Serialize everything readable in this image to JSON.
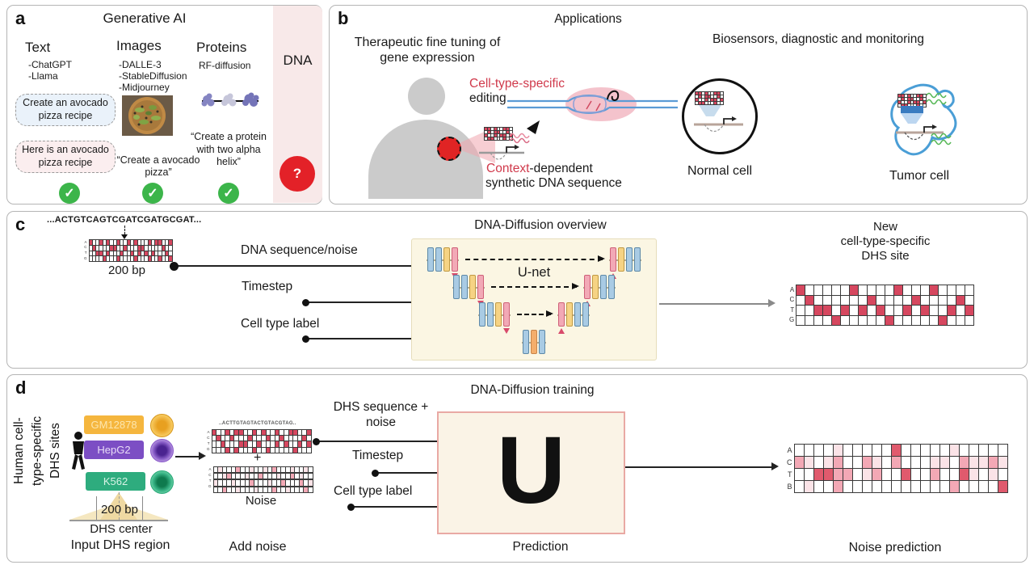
{
  "colors": {
    "panel_border": "#b5b5b5",
    "red_accent": "#d0394b",
    "grid_red": "#d6475f",
    "dna_bg": "#f8e9e9",
    "question_red": "#e32128",
    "check_green": "#3cb54a",
    "unet_bg": "#fbf6e3",
    "ubox_bg": "#faf3e6",
    "ubox_border": "#e9a9a4",
    "tumor_outline": "#4a9ed6",
    "cell_palette": {
      ".": "#ffffff",
      "0": "#ffffff",
      "R": "#d6475f",
      "1": "#fbe3e7",
      "2": "#f3a8b5",
      "3": "#e05a6d"
    },
    "bar_colors": {
      "b": "#a9cbe4",
      "y": "#f6d384",
      "p": "#f2a9b6",
      "o": "#f4ae6c"
    }
  },
  "panel_a": {
    "label": "a",
    "title": "Generative AI",
    "text_col": {
      "heading": "Text",
      "items": [
        "-ChatGPT",
        "-Llama"
      ],
      "prompt_bubble": "Create an avocado pizza recipe",
      "response_bubble": "Here is an avocado pizza recipe",
      "check": "✓"
    },
    "images_col": {
      "heading": "Images",
      "items": [
        "-DALLE-3",
        "-StableDiffusion",
        "-Midjourney"
      ],
      "quote": "“Create a avocado pizza”",
      "check": "✓"
    },
    "proteins_col": {
      "heading": "Proteins",
      "items": [
        "RF-diffusion"
      ],
      "quote": "“Create a protein with two alpha helix”",
      "check": "✓"
    },
    "dna_col": {
      "heading": "DNA",
      "question": "?"
    }
  },
  "panel_b": {
    "label": "b",
    "title": "Applications",
    "left": {
      "heading": "Therapeutic fine tuning of gene expression",
      "editing_highlight": "Cell-type-specific",
      "editing_rest": "editing",
      "context_highlight": "Context",
      "context_rest": "-dependent",
      "context_line2": "synthetic DNA sequence"
    },
    "right": {
      "heading": "Biosensors, diagnostic and monitoring",
      "normal_label": "Normal cell",
      "tumor_label": "Tumor cell"
    }
  },
  "panel_c": {
    "label": "c",
    "title": "DNA-Diffusion overview",
    "sequence": "...ACTGTCAGTCGATCGATGCGAT...",
    "bp_label": "200 bp",
    "inputs": [
      "DNA sequence/noise",
      "Timestep",
      "Cell type label"
    ],
    "unet": {
      "label": "U-net",
      "levels": [
        {
          "left": [
            "b",
            "b",
            "y",
            "p"
          ],
          "right": [
            "p",
            "y",
            "b",
            "b"
          ]
        },
        {
          "left": [
            "b",
            "b",
            "y",
            "p"
          ],
          "right": [
            "p",
            "y",
            "b",
            "b"
          ]
        },
        {
          "left": [
            "b",
            "b",
            "y",
            "p"
          ],
          "right": [
            "p",
            "y",
            "b",
            "b"
          ]
        }
      ],
      "bottom": [
        "b",
        "o",
        "b"
      ]
    },
    "output_lines": [
      "New",
      "cell-type-specific",
      "DHS site"
    ]
  },
  "panel_d": {
    "label": "d",
    "title": "DNA-Diffusion training",
    "side_label_lines": [
      "Human cell-",
      "type-specific",
      "DHS sites"
    ],
    "cell_types": [
      {
        "name": "GM12878",
        "color": "#f5b63e",
        "text_color": "#fde6ae"
      },
      {
        "name": "HepG2",
        "color": "#7c4ec4",
        "text_color": "#e9dcf7"
      },
      {
        "name": "K562",
        "color": "#2eac7e",
        "text_color": "#d8f3e6"
      }
    ],
    "bp_label": "200 bp",
    "dhs_center_label": "DHS center",
    "sequence": "..ACTTGTAGTACTGTACGTAG..",
    "plus": "+",
    "noise_label": "Noise",
    "inputs": [
      "DHS sequence + noise",
      "Timestep",
      "Cell type label"
    ],
    "u_letter": "U",
    "bottom_labels": {
      "input": "Input DHS region",
      "add_noise": "Add noise",
      "prediction": "Prediction",
      "noise_prediction": "Noise prediction"
    }
  },
  "grids": {
    "c_input": {
      "labels": [
        "A",
        "C",
        "T",
        "G"
      ],
      "rows": [
        "R..R.R..R..R.R...R.RR..R",
        ".R....RR..R...RR.....R..",
        "..RR.R...R..R.R.R.R...R.",
        "....R...R....R...R..R..R"
      ]
    },
    "c_output": {
      "labels": [
        "A",
        "C",
        "T",
        "G"
      ],
      "rows": [
        "R.....R....R...R....",
        ".R......R....R....R.",
        "..RR.R.R.R..R.R..R.R",
        "....R.....R.....R..."
      ]
    },
    "d_seq": {
      "labels": [
        "A",
        "C",
        "T",
        "G"
      ],
      "rows": [
        "R..R.RR..R.R..R..RR..R",
        ".R..R...R...R..R....R.",
        "..R...RR..R...R.R..R.R",
        "...R.R...R..R.....R..."
      ]
    },
    "d_noise": {
      "labels": [
        "A",
        "C",
        "T",
        "G"
      ],
      "rows": [
        "0100020010010200010010",
        "0012000100200010020100",
        "1000100020001002000201",
        "0020010001000200100020"
      ]
    },
    "d_pred": {
      "labels": [
        "A",
        "C",
        "T",
        "B"
      ],
      "rows": [
        "0000100000300000100000",
        "2101200210200011021121",
        "0033220120030020031010",
        "0100200000000000200003"
      ]
    },
    "mini": {
      "rows": [
        "RR.R..RR.",
        ".R.RR..R.",
        "R..R.RR.R",
        ".RR...R.."
      ]
    }
  }
}
